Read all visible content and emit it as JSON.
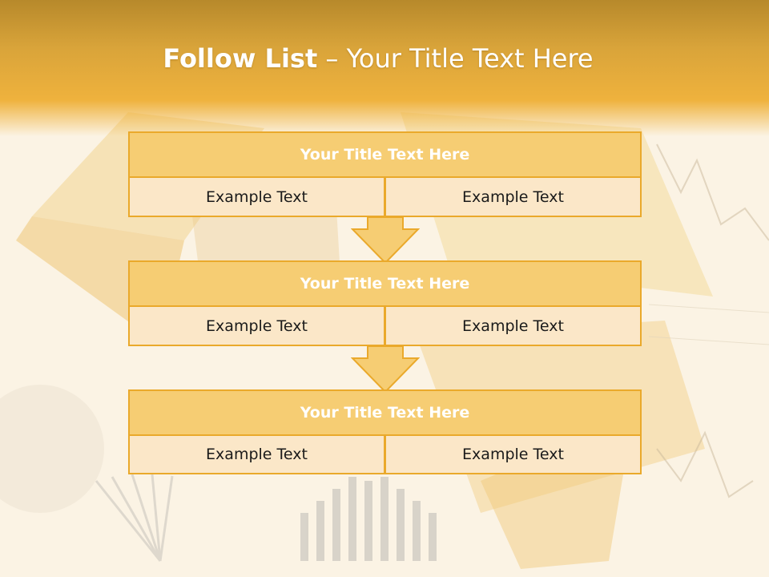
{
  "slide": {
    "title_bold": "Follow List",
    "title_rest": "– Your Title Text Here"
  },
  "blocks": [
    {
      "title": "Your Title Text Here",
      "cells": [
        "Example Text",
        "Example Text"
      ]
    },
    {
      "title": "Your Title Text Here",
      "cells": [
        "Example Text",
        "Example Text"
      ]
    },
    {
      "title": "Your Title Text Here",
      "cells": [
        "Example Text",
        "Example Text"
      ]
    }
  ],
  "colors": {
    "header_orange": "#efb23d",
    "box_title_fill": "#f6cd73",
    "box_border": "#eaa92b",
    "cell_fill": "#fbe7c8",
    "arrow_fill": "#f6cd73"
  }
}
